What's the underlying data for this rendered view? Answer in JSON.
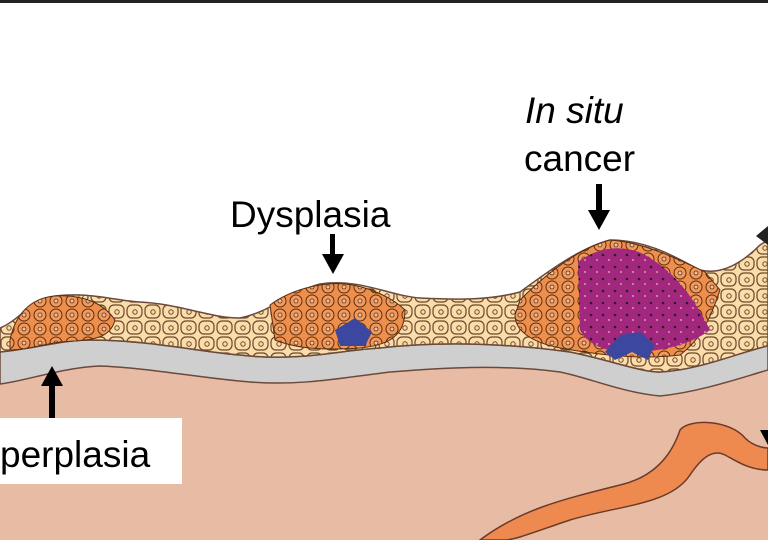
{
  "labels": {
    "in_situ": "In situ",
    "cancer": "cancer",
    "dysplasia": "Dysplasia",
    "hyperplasia": "perplasia"
  },
  "colors": {
    "stroma": "#E8BBA4",
    "basement": "#CFCFCF",
    "normal_cells": "#FCDCA8",
    "hyperplastic_cells": "#EE8E4C",
    "cancer_cells": "#A3267F",
    "invasive_cells": "#3C48A0",
    "vessel": "#EE8A50"
  }
}
